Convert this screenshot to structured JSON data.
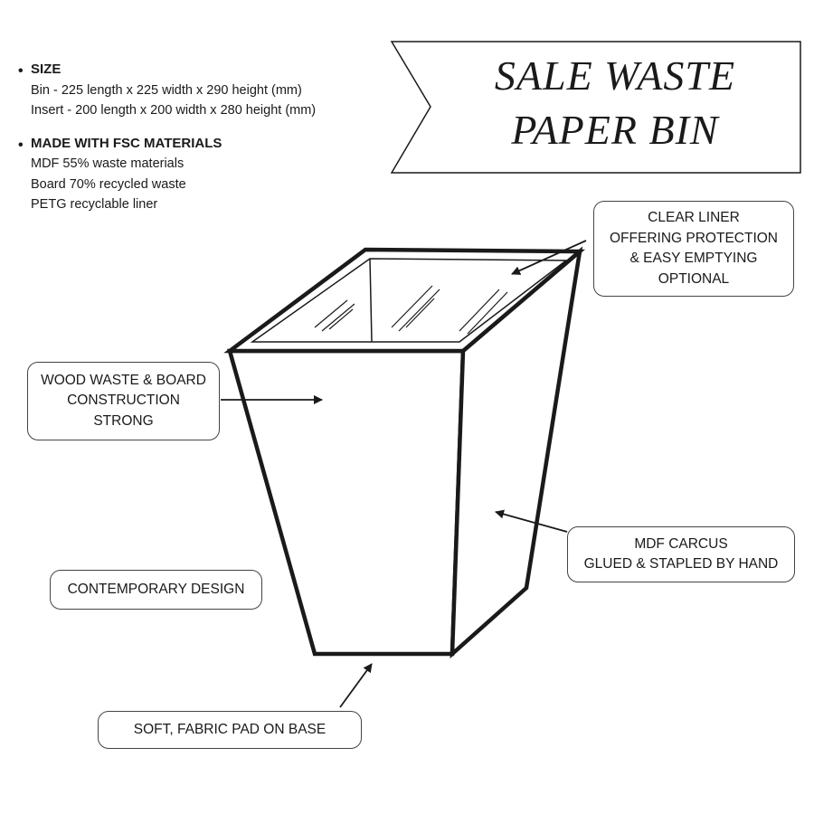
{
  "specs": {
    "size": {
      "heading": "SIZE",
      "lines": [
        "Bin - 225 length  x 225 width x 290 height (mm)",
        "Insert - 200 length  x 200 width x 280 height (mm)"
      ]
    },
    "materials": {
      "heading": "MADE WITH FSC MATERIALS",
      "lines": [
        "MDF 55% waste materials",
        "Board 70% recycled waste",
        "PETG recyclable liner"
      ]
    }
  },
  "banner": {
    "line1": "SALE WASTE",
    "line2": "PAPER BIN"
  },
  "callouts": {
    "liner": [
      "CLEAR LINER",
      "OFFERING PROTECTION",
      "& EASY EMPTYING",
      "OPTIONAL"
    ],
    "wood": [
      "WOOD WASTE & BOARD",
      "CONSTRUCTION",
      "STRONG"
    ],
    "mdf": [
      "MDF CARCUS",
      "GLUED & STAPLED BY HAND"
    ],
    "design": [
      "CONTEMPORARY DESIGN"
    ],
    "pad": [
      "SOFT, FABRIC PAD ON BASE"
    ]
  },
  "colors": {
    "ink": "#1a1a1a",
    "background": "#ffffff"
  }
}
